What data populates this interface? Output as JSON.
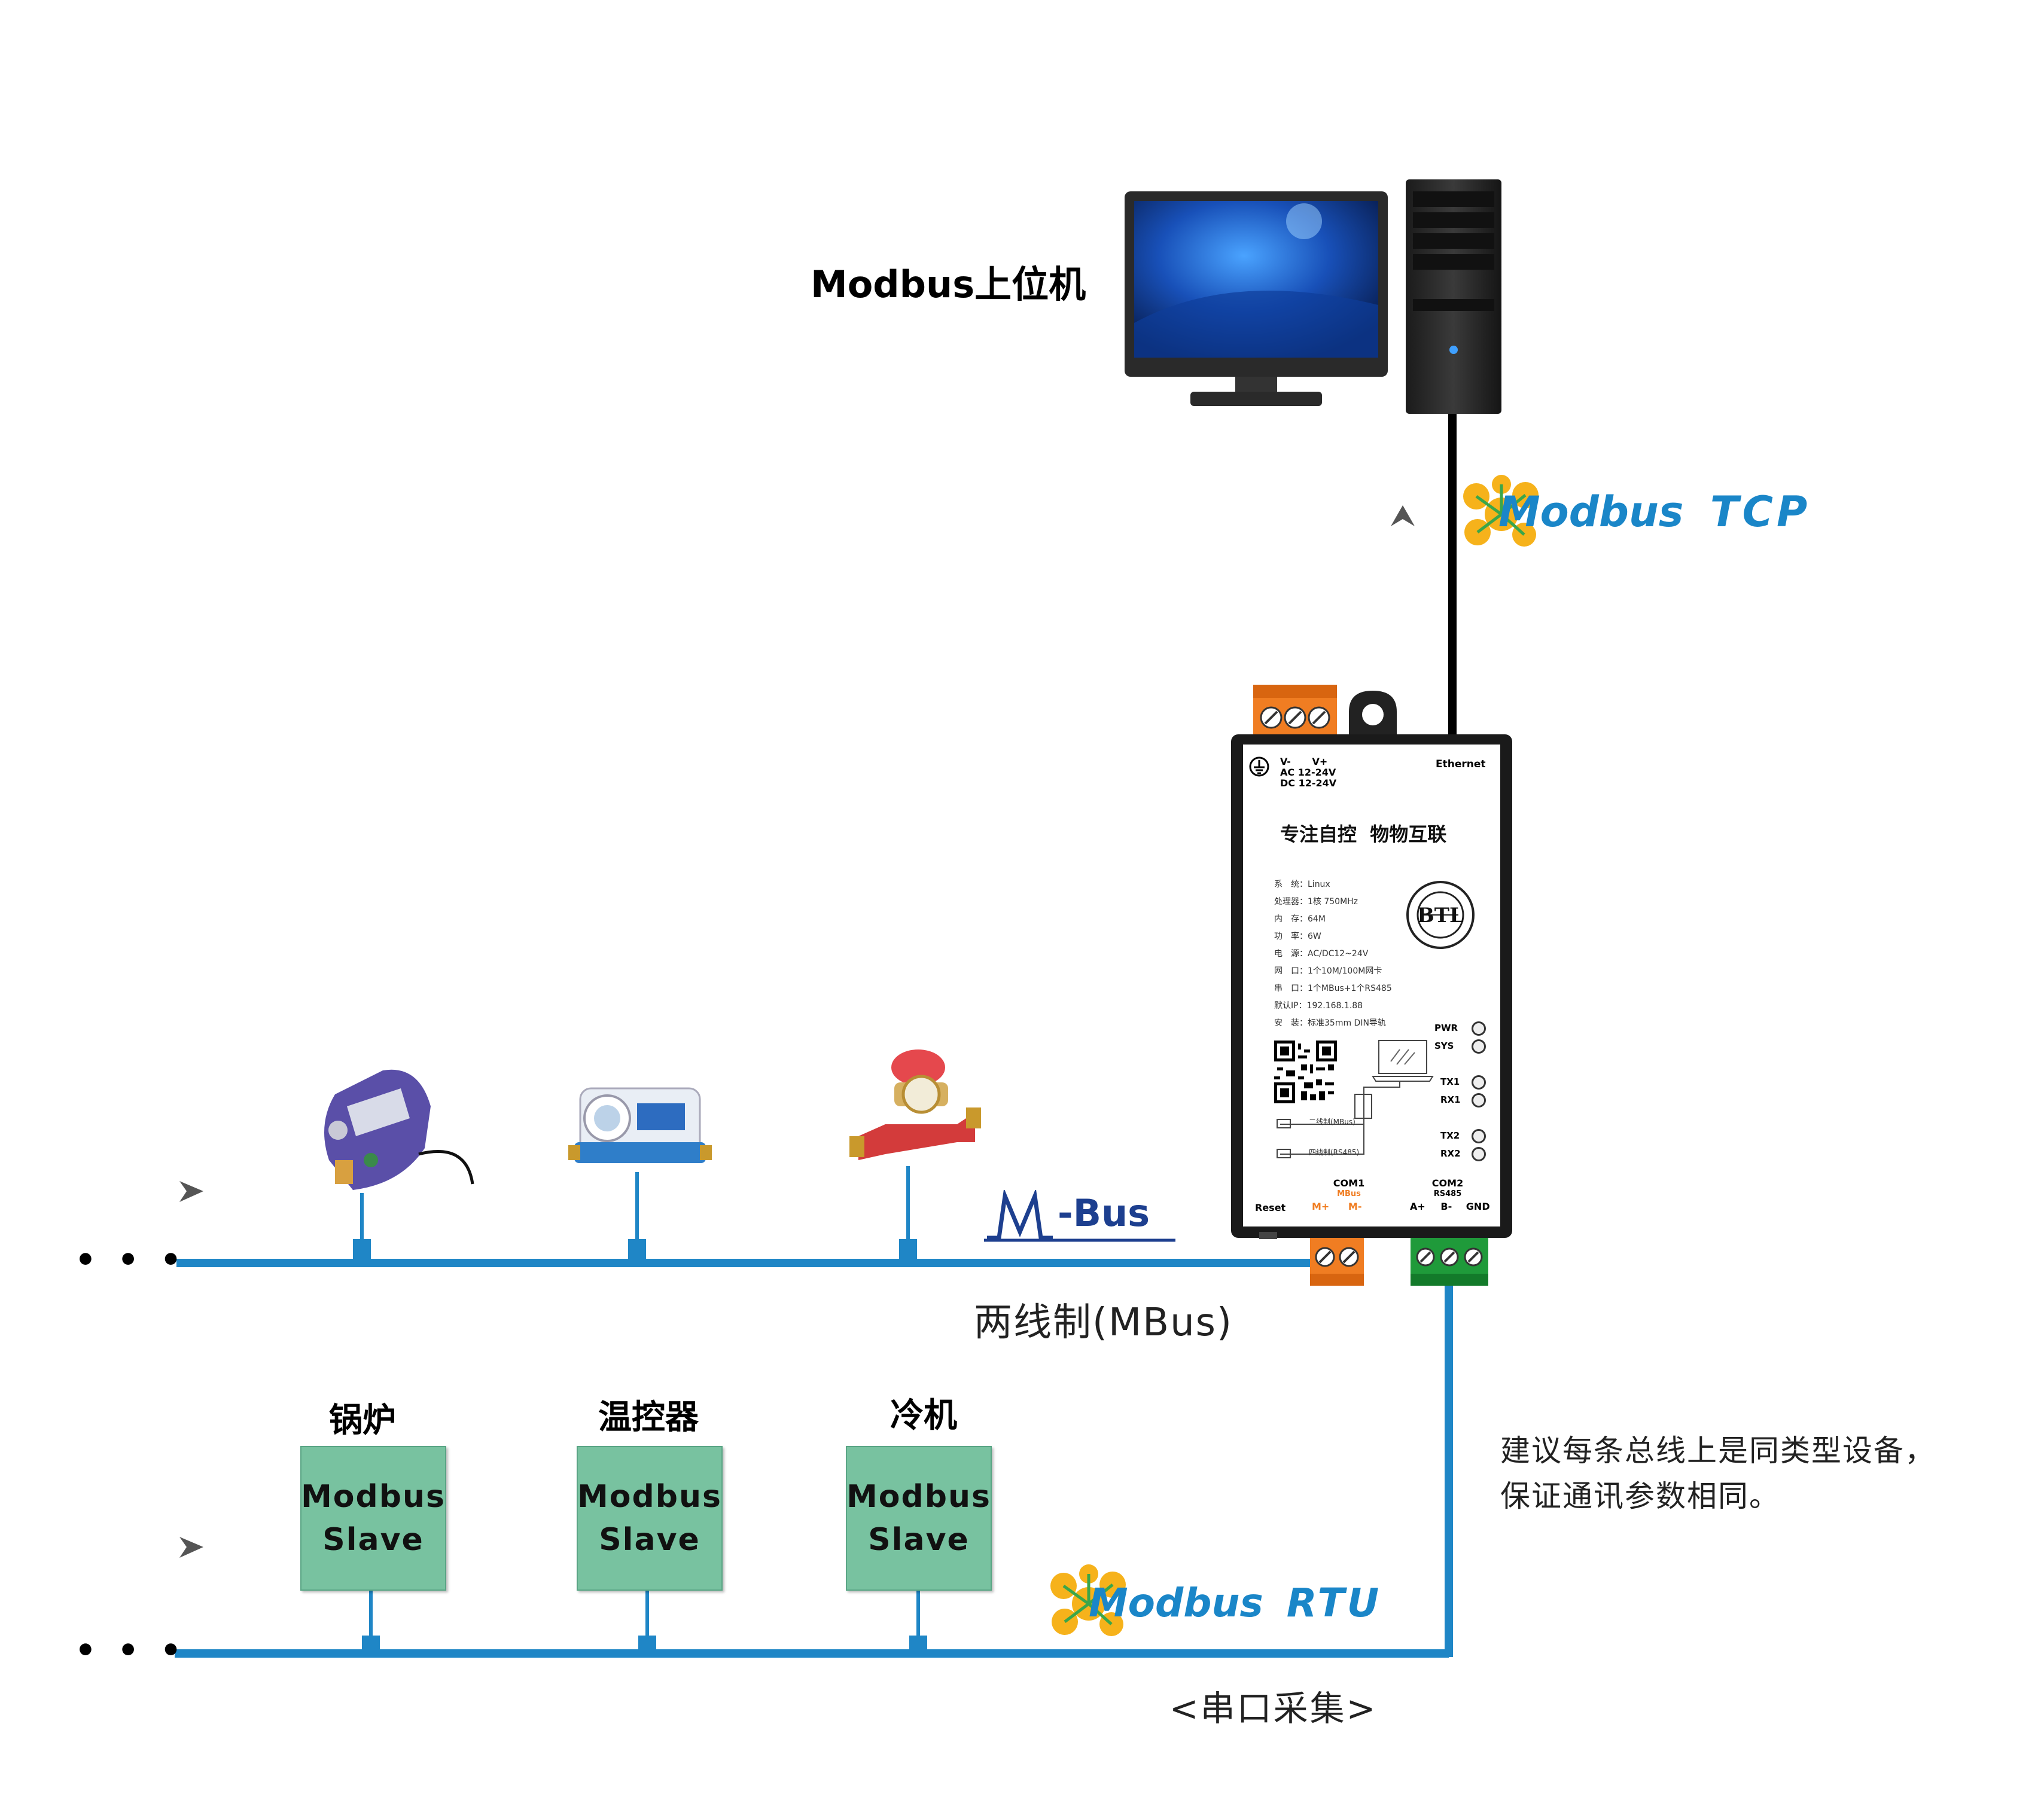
{
  "host": {
    "label": "Modbus上位机"
  },
  "protocols": {
    "tcp": {
      "modbus": "Modbus",
      "suffix": "TCP"
    },
    "rtu": {
      "modbus": "Modbus",
      "suffix": "RTU"
    },
    "mbus_logo": {
      "m": "M",
      "bus": "-Bus"
    }
  },
  "bus_labels": {
    "mbus": "两线制(MBus)",
    "rtu": "<串口采集>"
  },
  "ellipsis": "• • •",
  "slaves": [
    {
      "category": "锅炉",
      "line1": "Modbus",
      "line2": "Slave"
    },
    {
      "category": "温控器",
      "line1": "Modbus",
      "line2": "Slave"
    },
    {
      "category": "冷机",
      "line1": "Modbus",
      "line2": "Slave"
    }
  ],
  "note": {
    "line1": "建议每条总线上是同类型设备，",
    "line2": "保证通讯参数相同。"
  },
  "gateway": {
    "power_labels": {
      "vneg": "V-",
      "vpos": "V+",
      "ac": "AC 12-24V",
      "dc": "DC 12-24V"
    },
    "ethernet": "Ethernet",
    "slogan": "专注自控  物物互联",
    "specs": [
      "系　统：Linux",
      "处理器：1核 750MHz",
      "内　存：64M",
      "功　率：6W",
      "电　源：AC/DC12~24V",
      "网　口：1个10M/100M网卡",
      "串　口：1个MBus+1个RS485",
      "默认IP：192.168.1.88",
      "安　装：标准35mm DIN导轨"
    ],
    "leds": [
      "PWR",
      "SYS",
      "TX1",
      "RX1",
      "TX2",
      "RX2"
    ],
    "wire_mbus": "二线制(MBus)",
    "wire_rs485": "四线制(RS485)",
    "com1": {
      "name": "COM1",
      "sub": "MBus",
      "p1": "M+",
      "p2": "M-"
    },
    "com2": {
      "name": "COM2",
      "sub": "RS485",
      "p1": "A+",
      "p2": "B-",
      "p3": "GND"
    },
    "reset": "Reset",
    "cert": "BTL"
  },
  "colors": {
    "bus_line": "#1f86c6",
    "slave_fill": "#78c2a0",
    "terminal_orange": "#f07d22",
    "terminal_green": "#1f9a3a",
    "modbus_blue": "#1a86c8",
    "modbus_logo": "#f6b21b"
  }
}
